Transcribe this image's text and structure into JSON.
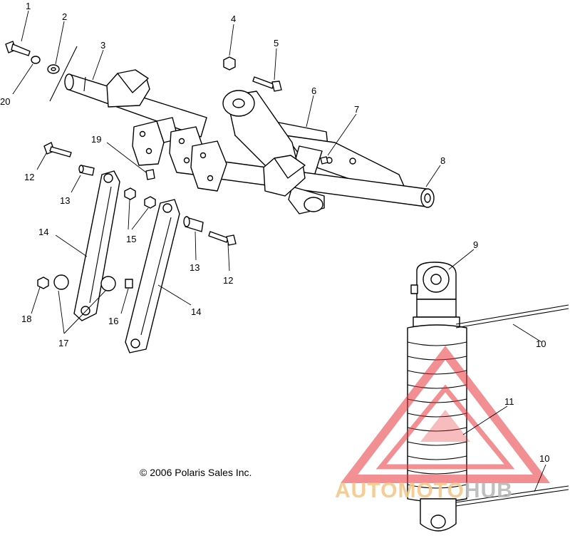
{
  "callouts": [
    "1",
    "2",
    "3",
    "4",
    "5",
    "6",
    "7",
    "8",
    "9",
    "10",
    "10",
    "11",
    "12",
    "12",
    "13",
    "13",
    "14",
    "14",
    "15",
    "16",
    "17",
    "18",
    "19",
    "20"
  ],
  "copyright": "© 2006 Polaris Sales Inc.",
  "watermark": {
    "text_main": "AUTOMOTO",
    "text_accent": "HUB",
    "color_triangle": "#e8343a",
    "color_text": "#f3a94a"
  }
}
